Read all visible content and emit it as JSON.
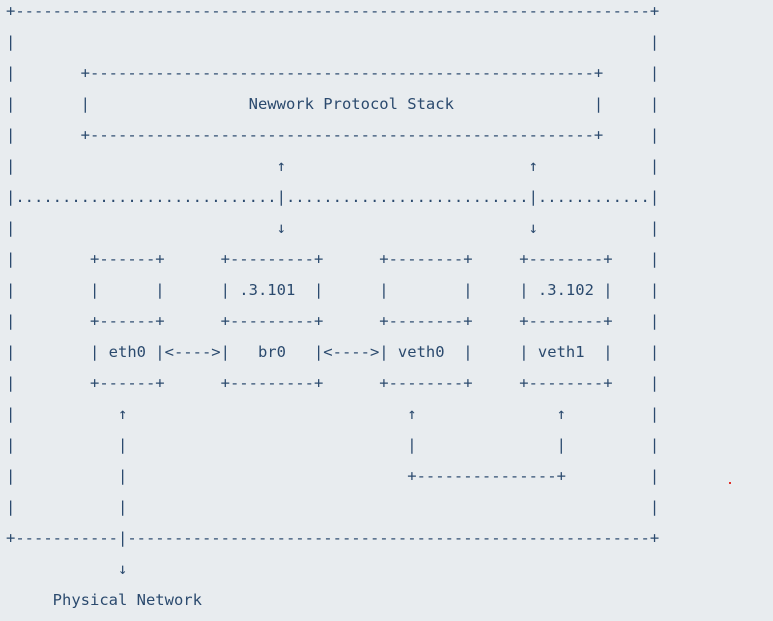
{
  "diagram": {
    "title": "Newwork Protocol Stack",
    "footer": "Physical Network",
    "lines": [
      "+--------------------------------------------------------------------+",
      "|                                                                    |",
      "|       +------------------------------------------------------+     |",
      "|       |                 Newwork Protocol Stack               |     |",
      "|       +------------------------------------------------------+     |",
      "|                            ↑                          ↑            |",
      "|............................|..........................|............|",
      "|                            ↓                          ↓            |",
      "|        +------+      +---------+      +--------+     +--------+    |",
      "|        |      |      | .3.101  |      |        |     | .3.102 |    |",
      "|        +------+      +---------+      +--------+     +--------+    |",
      "|        | eth0 |<---->|   br0   |<---->| veth0  |     | veth1  |    |",
      "|        +------+      +---------+      +--------+     +--------+    |",
      "|           ↑                              ↑               ↑         |",
      "|           |                              |               |         |",
      "|           |                              +---------------+         |",
      "|           |                                                        |",
      "+-----------|--------------------------------------------------------+",
      "            ↓",
      "     Physical Network"
    ]
  }
}
